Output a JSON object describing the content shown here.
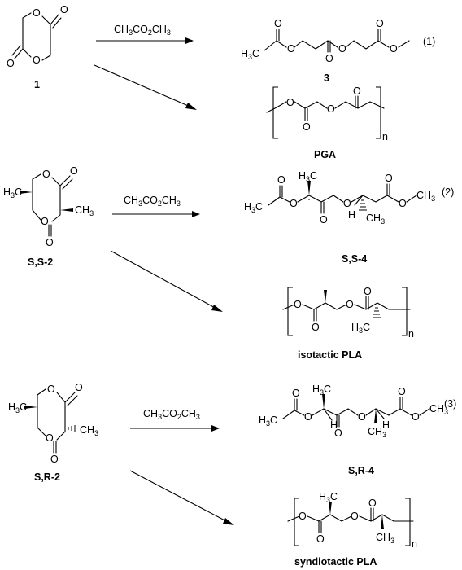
{
  "reagent": {
    "base": "CH3CO2CH3",
    "p1": "CH",
    "s1": "3",
    "p2": "CO",
    "s2": "2",
    "p3": "CH",
    "s3": "3"
  },
  "atoms": {
    "O": "O",
    "H": "H",
    "n": "n"
  },
  "methyl": {
    "a": "H",
    "b": "C",
    "sub": "3"
  },
  "methyl_r": {
    "a": "CH",
    "sub": "3"
  },
  "compounds": {
    "c1": "1",
    "c3": "3",
    "pga": "PGA",
    "ss2": "S,S-2",
    "ss4": "S,S-4",
    "iso": "isotactic PLA",
    "sr2": "S,R-2",
    "sr4": "S,R-4",
    "syn": "syndiotactic PLA"
  },
  "equations": {
    "e1": "(1)",
    "e2": "(2)",
    "e3": "(3)"
  }
}
